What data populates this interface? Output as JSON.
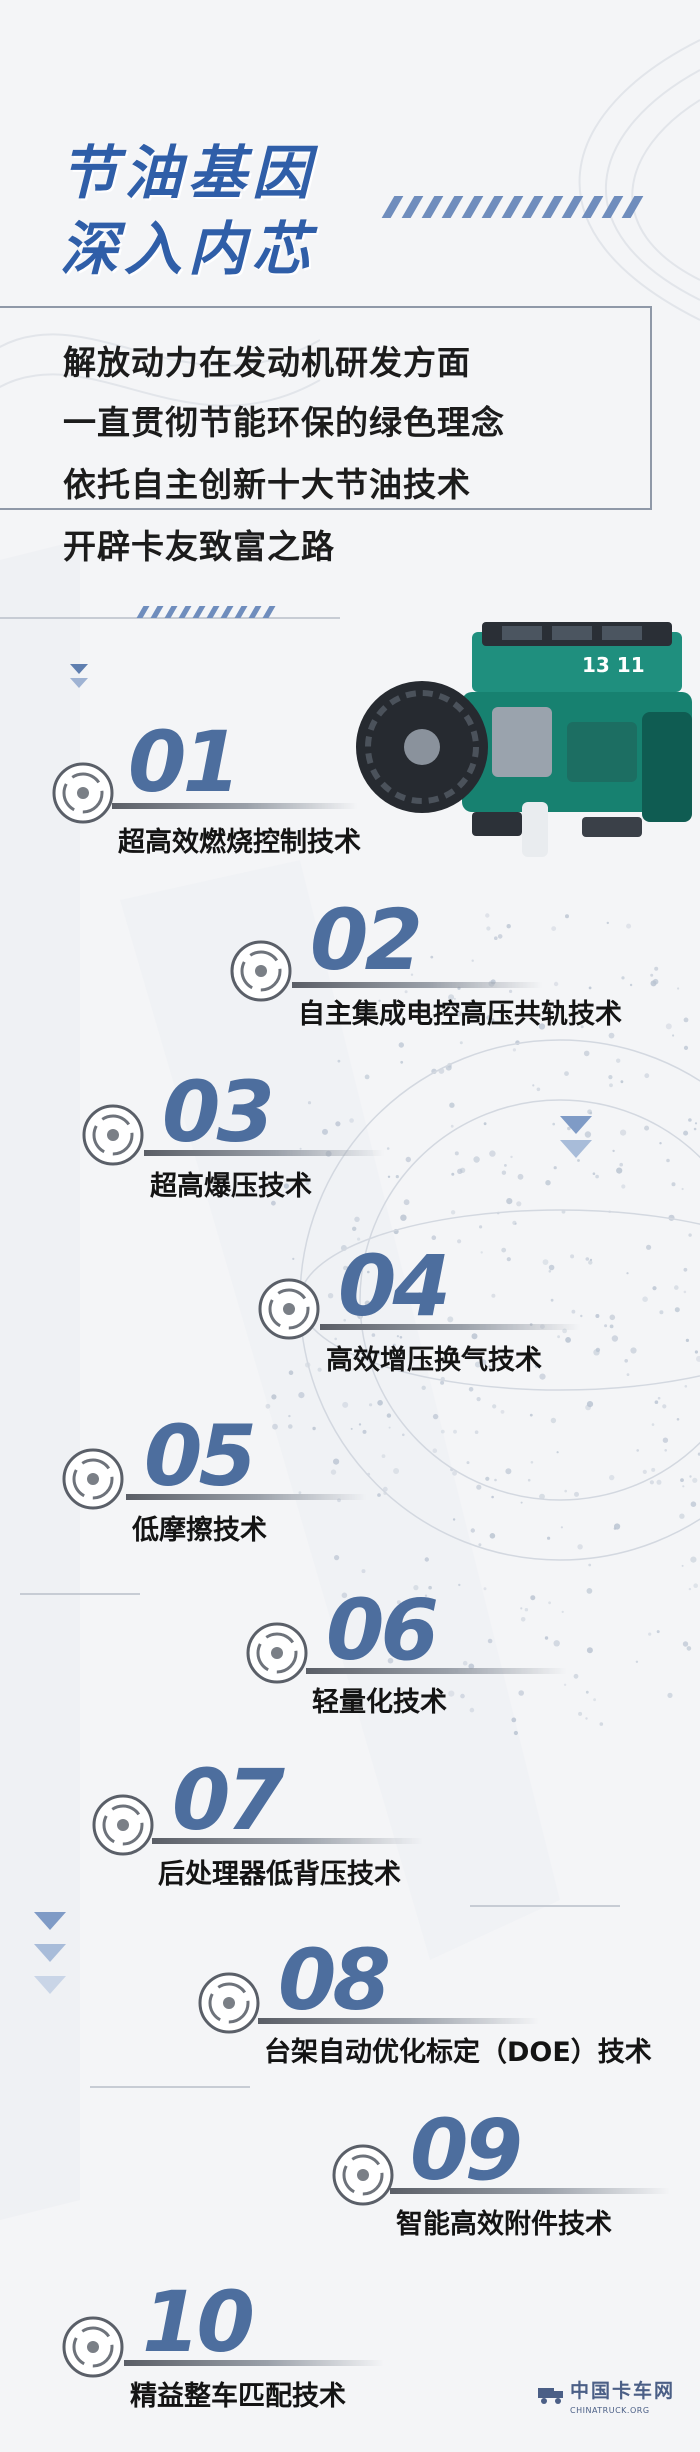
{
  "header": {
    "title_line1": "节油基因",
    "title_line2": "深入内芯"
  },
  "intro": {
    "lines": [
      "解放动力在发动机研发方面",
      "一直贯彻节能环保的绿色理念",
      "依托自主创新十大节油技术",
      "开辟卡友致富之路"
    ]
  },
  "engine_image": {
    "cylinder_marks": "13 11"
  },
  "technologies": [
    {
      "number": "01",
      "label": "超高效燃烧控制技术"
    },
    {
      "number": "02",
      "label": "自主集成电控高压共轨技术"
    },
    {
      "number": "03",
      "label": "超高爆压技术"
    },
    {
      "number": "04",
      "label": "高效增压换气技术"
    },
    {
      "number": "05",
      "label": "低摩擦技术"
    },
    {
      "number": "06",
      "label": "轻量化技术"
    },
    {
      "number": "07",
      "label": "后处理器低背压技术"
    },
    {
      "number": "08",
      "label": "台架自动优化标定（DOE）技术"
    },
    {
      "number": "09",
      "label": "智能高效附件技术"
    },
    {
      "number": "10",
      "label": "精益整车匹配技术"
    }
  ],
  "watermark": {
    "text": "中国卡车网",
    "sub": "CHINATRUCK.ORG"
  },
  "colors": {
    "title_blue": "#2f5ea8",
    "number_blue": "#4d6e9e",
    "engine_green": "#1e8a7a",
    "background": "#f4f5f7"
  }
}
